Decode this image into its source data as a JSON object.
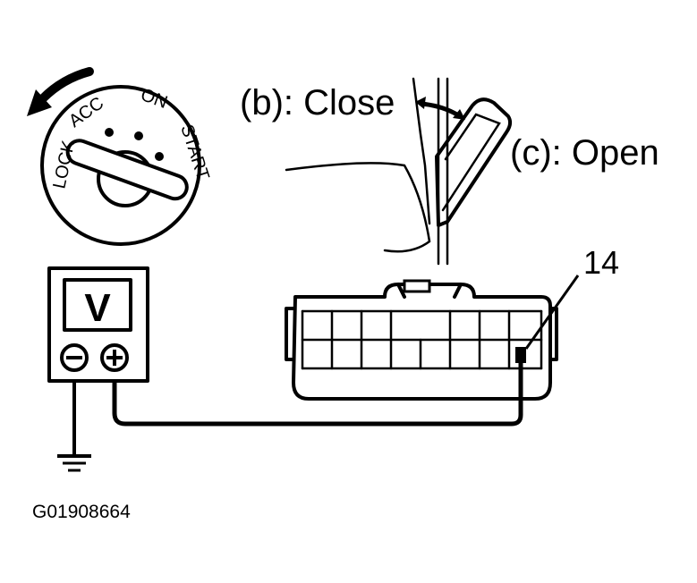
{
  "ignition": {
    "positions": [
      "LOCK",
      "ACC",
      "ON",
      "START"
    ]
  },
  "meter": {
    "symbol": "V",
    "negative": "−",
    "positive": "+"
  },
  "pedal": {
    "close_label": "(b): Close",
    "open_label": "(c): Open"
  },
  "connector": {
    "terminal_number": "14"
  },
  "figure_code": "G01908664"
}
